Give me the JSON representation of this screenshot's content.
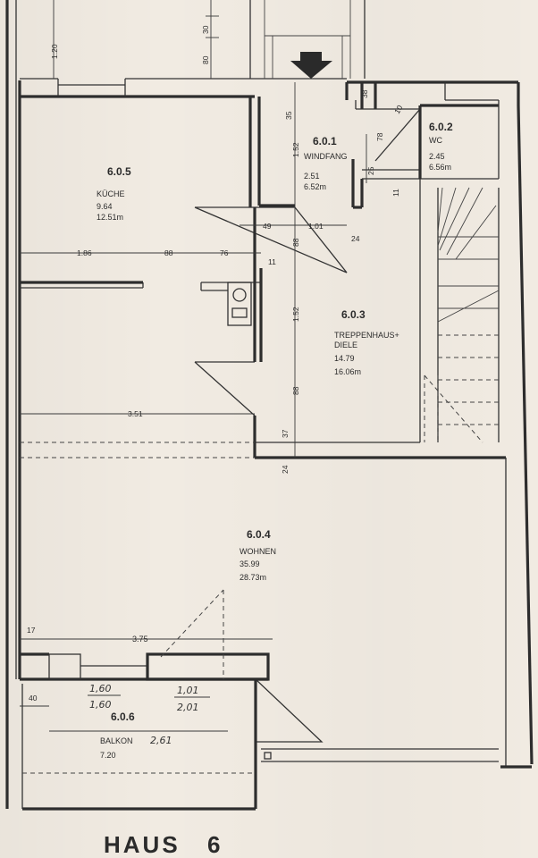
{
  "footer": {
    "house": "HAUS",
    "number": "6"
  },
  "rooms": {
    "windfang": {
      "number": "6.0.1",
      "name": "WINDFANG",
      "area": "2.51",
      "perimeter": "6.52m"
    },
    "wc": {
      "number": "6.0.2",
      "name": "WC",
      "area": "2.45",
      "perimeter": "6.56m"
    },
    "treppe": {
      "number": "6.0.3",
      "name": "TREPPENHAUS+",
      "name2": "DIELE",
      "area": "14.79",
      "perimeter": "16.06m"
    },
    "wohnen": {
      "number": "6.0.4",
      "name": "WOHNEN",
      "area": "35.99",
      "perimeter": "28.73m"
    },
    "kueche": {
      "number": "6.0.5",
      "name": "KÜCHE",
      "area": "9.64",
      "perimeter": "12.51m"
    },
    "balkon": {
      "number": "6.0.6",
      "name": "BALKON",
      "area": "7.20"
    }
  },
  "dimensions": {
    "d_120": "1.20",
    "d_30": "30",
    "d_80": "80",
    "d_38": "38",
    "d_35": "35",
    "d_152a": "1.52",
    "d_78": "78",
    "d_25": "25",
    "d_10": "10",
    "d_11a": "11",
    "d_49": "49",
    "d_101": "1.01",
    "d_24a": "24",
    "d_88a": "88",
    "d_186": "1.86",
    "d_88b": "88",
    "d_76": "76",
    "d_11b": "11",
    "d_152b": "1.52",
    "d_88c": "88",
    "d_351": "3.51",
    "d_37": "37",
    "d_24b": "24",
    "d_17": "17",
    "d_375": "3.75",
    "d_40": "40"
  },
  "handwritten": {
    "h_160a": "1,60",
    "h_160b": "1,60",
    "h_101": "1,01",
    "h_201": "2,01",
    "h_261": "2,61"
  },
  "colors": {
    "paper": "#f1ebe2",
    "ink": "#2d2d2d"
  }
}
